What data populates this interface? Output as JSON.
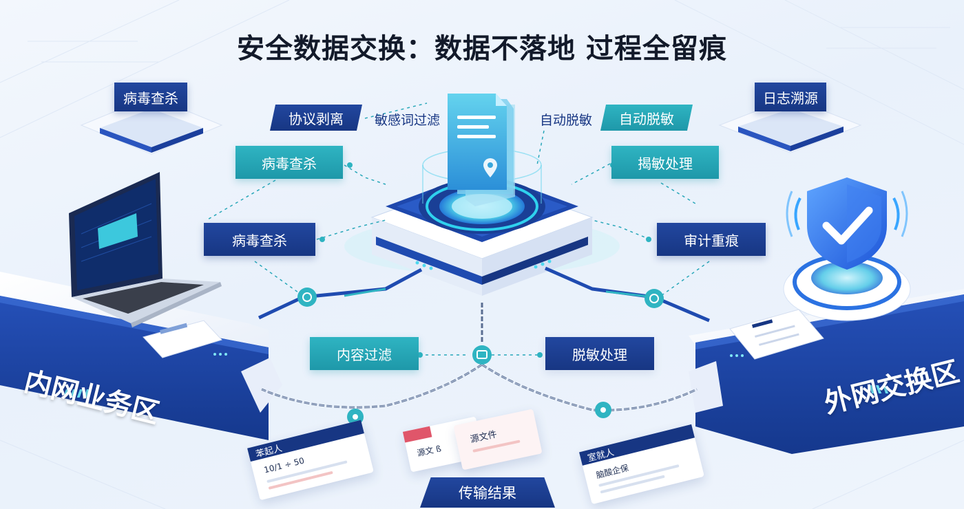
{
  "title": "安全数据交换：数据不落地 过程全留痕",
  "left_zone": {
    "label": "内网业务区"
  },
  "right_zone": {
    "label": "外网交换区"
  },
  "top_left_platform": {
    "label": "病毒查杀"
  },
  "top_right_platform": {
    "label": "日志溯源"
  },
  "top_row": {
    "left_tag": "协议剥离",
    "left_text": "敏感词过滤",
    "right_text": "自动脱敏",
    "right_tag": "自动脱敏"
  },
  "left_tags": [
    "病毒查杀",
    "病毒查杀"
  ],
  "right_tags": [
    "揭敏处理",
    "审计重痕"
  ],
  "middle_row": {
    "left": "内容过滤",
    "right": "脱敏处理"
  },
  "bottom_cards": {
    "left_title": "苯起人",
    "left_line": "10/1 ÷ 50",
    "center_title": "源文件",
    "center_sub": "源文 ß",
    "right_title": "室就人",
    "right_line": "脑酸企保"
  },
  "result_label": "传输结果",
  "colors": {
    "navy": "#173683",
    "teal": "#22a8b8",
    "accent": "#2d6fe0",
    "bg": "#eef4fc"
  }
}
